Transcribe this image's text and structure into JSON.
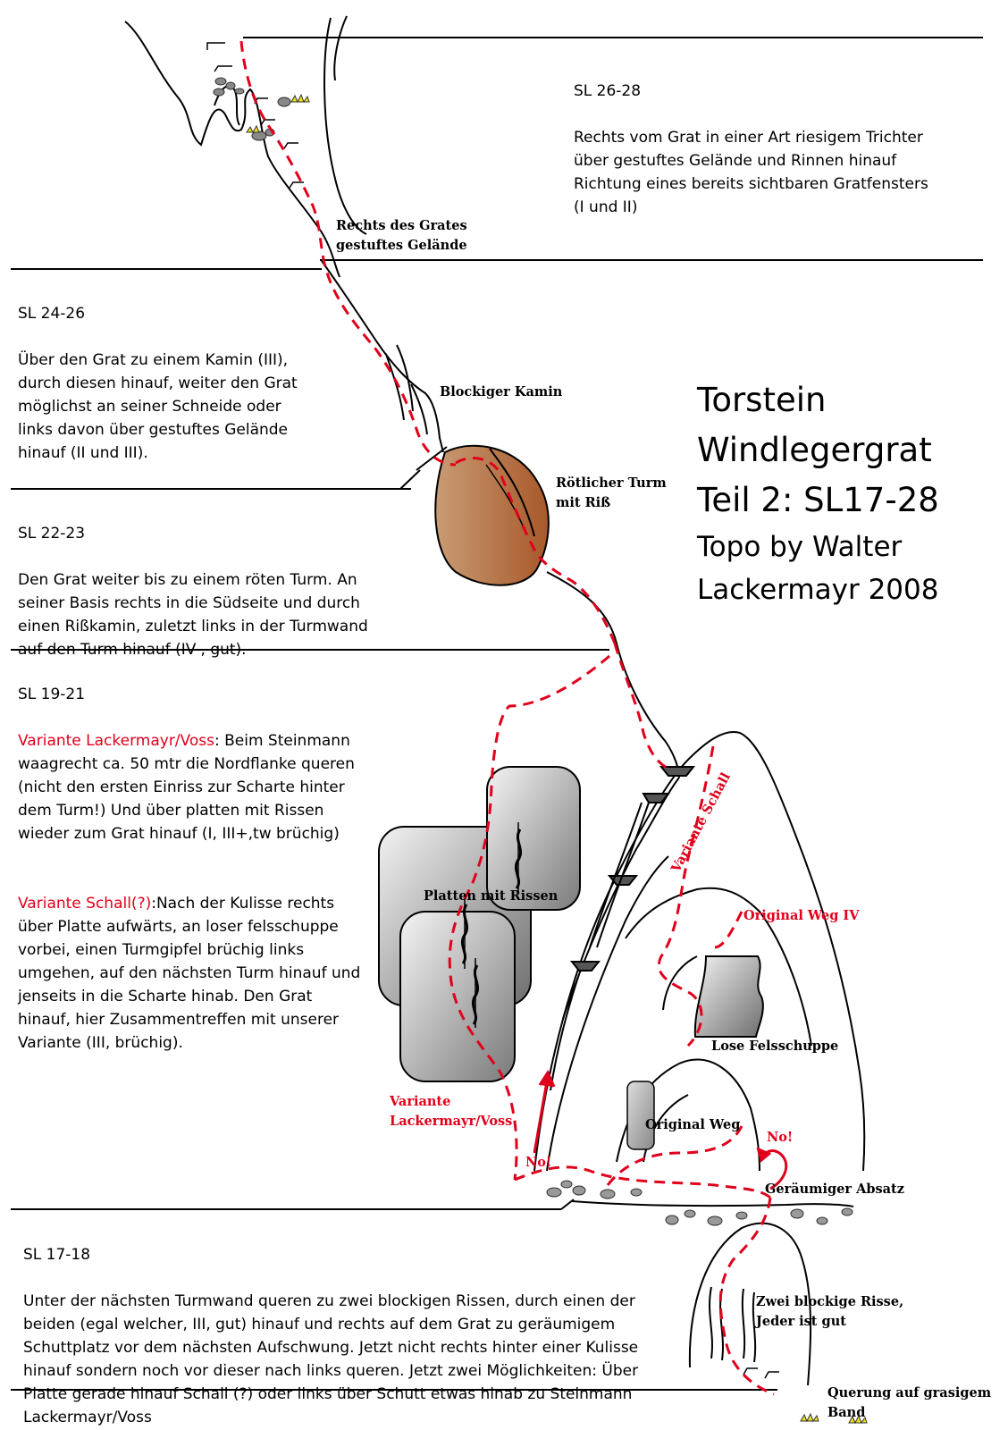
{
  "title": {
    "line1": "Torstein",
    "line2": "Windlegergrat",
    "line3": "Teil 2: SL17-28",
    "line4": "Topo by Walter",
    "line5": "Lackermayr 2008"
  },
  "sections": {
    "sl26_28": {
      "heading": "SL 26-28",
      "text": "Rechts vom Grat in einer Art riesigem Trichter\nüber gestuftes Gelände und Rinnen hinauf\nRichtung eines bereits sichtbaren Gratfensters\n(I und II)"
    },
    "sl24_26": {
      "heading": "SL 24-26",
      "text": "Über den Grat zu einem Kamin (III),\ndurch diesen hinauf, weiter den Grat\nmöglichst an seiner Schneide oder\nlinks davon über gestuftes Gelände\nhinauf (II und III)."
    },
    "sl22_23": {
      "heading": "SL 22-23",
      "text": "Den Grat weiter bis zu einem röten Turm. An\nseiner Basis rechts in die Südseite und durch\neinen Rißkamin, zuletzt links in der Turmwand\nauf den Turm hinauf (IV-, gut)."
    },
    "sl19_21": {
      "heading": "SL 19-21",
      "variant1_name": "Variante Lackermayr/Voss",
      "variant1_text": ": Beim Steinmann\nwaagrecht ca. 50 mtr die Nordflanke queren\n(nicht den ersten Einriss zur Scharte hinter\ndem Turm!) Und über platten mit Rissen\nwieder zum Grat hinauf (I, III+,tw brüchig)",
      "variant2_name": "Variante Schall(?)",
      "variant2_text": ":Nach der Kulisse rechts\nüber Platte aufwärts, an loser felsschuppe\nvorbei, einen Turmgipfel brüchig links\numgehen, auf den nächsten Turm hinauf und\njenseits in die Scharte hinab. Den Grat\nhinauf, hier Zusammentreffen mit unserer\nVariante (III, brüchig)."
    },
    "sl17_18": {
      "heading": "SL  17-18",
      "text": "Unter der nächsten Turmwand queren zu zwei blockigen Rissen, durch einen der\nbeiden (egal welcher, III, gut) hinauf und rechts auf dem Grat zu geräumigem\nSchuttplatz vor dem nächsten Aufschwung. Jetzt nicht rechts hinter einer Kulisse\nhinauf sondern noch vor dieser nach links queren. Jetzt zwei Möglichkeiten: Über\nPlatte gerade hinauf Schall (?) oder links über Schutt etwas hinab zu Steinmann\nLackermayr/Voss"
    }
  },
  "labels": {
    "rechts_grat": "Rechts des Grates\ngestuftes Gelände",
    "blockiger_kamin": "Blockiger Kamin",
    "roetlicher_turm": "Rötlicher Turm\nmit Riß",
    "platten_rissen": "Platten mit Rissen",
    "variante_schall": "Variante Schall",
    "original_weg_iv": "Original Weg IV",
    "lose_felsschuppe": "Lose Felsschuppe",
    "variante_lv": "Variante\nLackermayr/Voss",
    "original_weg": "Original Weg",
    "no_left": "No!",
    "no_right": "No!",
    "geraeumiger_absatz": "Geräumiger Absatz",
    "zwei_risse": "Zwei blockige Risse,\nJeder ist gut",
    "querung": "Querung auf grasigem\nBand"
  },
  "colors": {
    "route": "#e0001b",
    "line": "#000000",
    "tower_light": "#c89c74",
    "tower_dark": "#a8582a",
    "slab_light": "#f0f0f0",
    "slab_dark": "#777777"
  }
}
